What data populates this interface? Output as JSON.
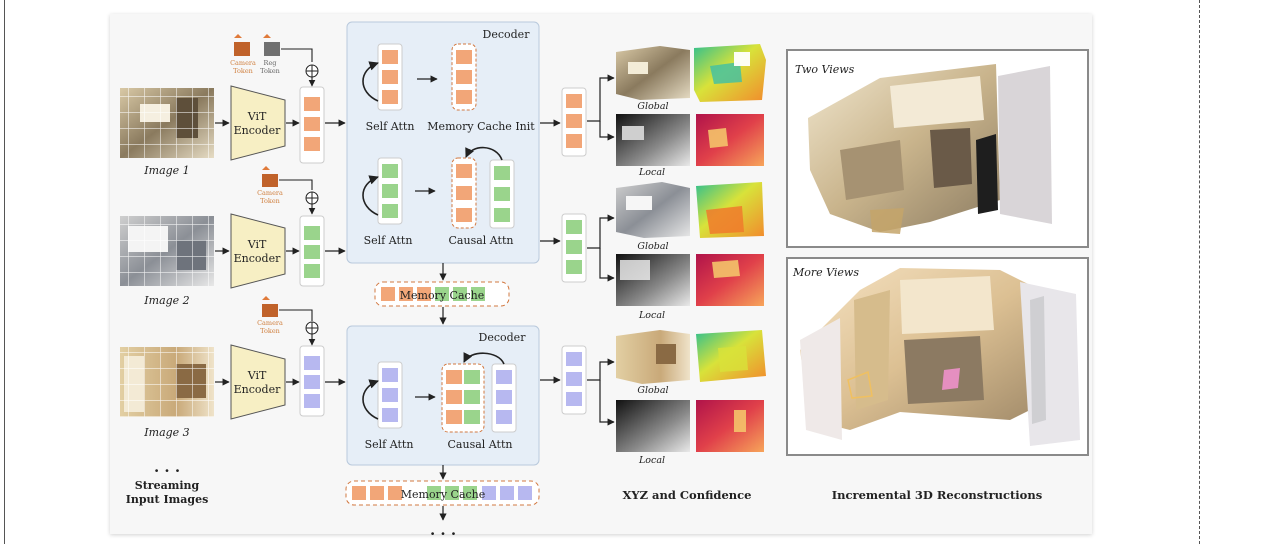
{
  "inputs": {
    "image1": "Image 1",
    "image2": "Image 2",
    "image3": "Image 3",
    "ellipsis": ". . .",
    "streaming_line1": "Streaming",
    "streaming_line2": "Input Images"
  },
  "encoder": {
    "line1": "ViT",
    "line2": "Encoder"
  },
  "tokens": {
    "camera_line1": "Camera",
    "camera_line2": "Token",
    "reg_line1": "Reg",
    "reg_line2": "Token",
    "plus": "⊕"
  },
  "decoder": {
    "title": "Decoder",
    "self_attn": "Self Attn",
    "memory_cache_init": "Memory Cache Init",
    "causal_attn": "Causal Attn"
  },
  "memory_cache": {
    "label": "Memory Cache",
    "ellipsis": ". . ."
  },
  "outputs": {
    "global": "Global",
    "local": "Local",
    "caption": "XYZ and Confidence"
  },
  "reconstruction": {
    "two_views": "Two Views",
    "more_views": "More Views",
    "caption": "Incremental 3D Reconstructions"
  },
  "colors": {
    "orange_token": "#f2a678",
    "green_token": "#9ad48c",
    "blue_token": "#b7b8f0",
    "decoder_bg": "#e6eef7",
    "encoder_fill": "#f7efc4",
    "camera_token": "#c0622a",
    "reg_token": "#707070"
  }
}
